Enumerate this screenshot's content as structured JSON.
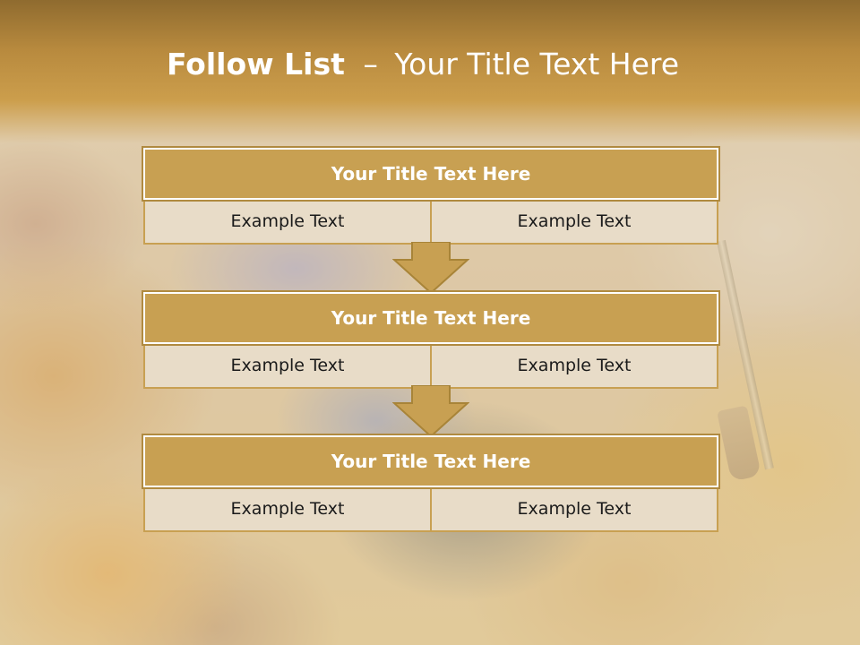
{
  "slide": {
    "title_bold": "Follow List",
    "title_separator": "–",
    "title_rest": "Your Title Text Here"
  },
  "blocks": [
    {
      "title": "Your Title Text Here",
      "left_text": "Example Text",
      "right_text": "Example Text"
    },
    {
      "title": "Your Title Text Here",
      "left_text": "Example Text",
      "right_text": "Example Text"
    },
    {
      "title": "Your Title Text Here",
      "left_text": "Example Text",
      "right_text": "Example Text"
    }
  ],
  "colors": {
    "header_band": "#b88a3e",
    "block_title_fill": "#c8a052",
    "cell_fill": "#e8dcc8",
    "arrow_fill": "#c8a052"
  },
  "icons": {
    "connector": "down-arrow-icon"
  }
}
